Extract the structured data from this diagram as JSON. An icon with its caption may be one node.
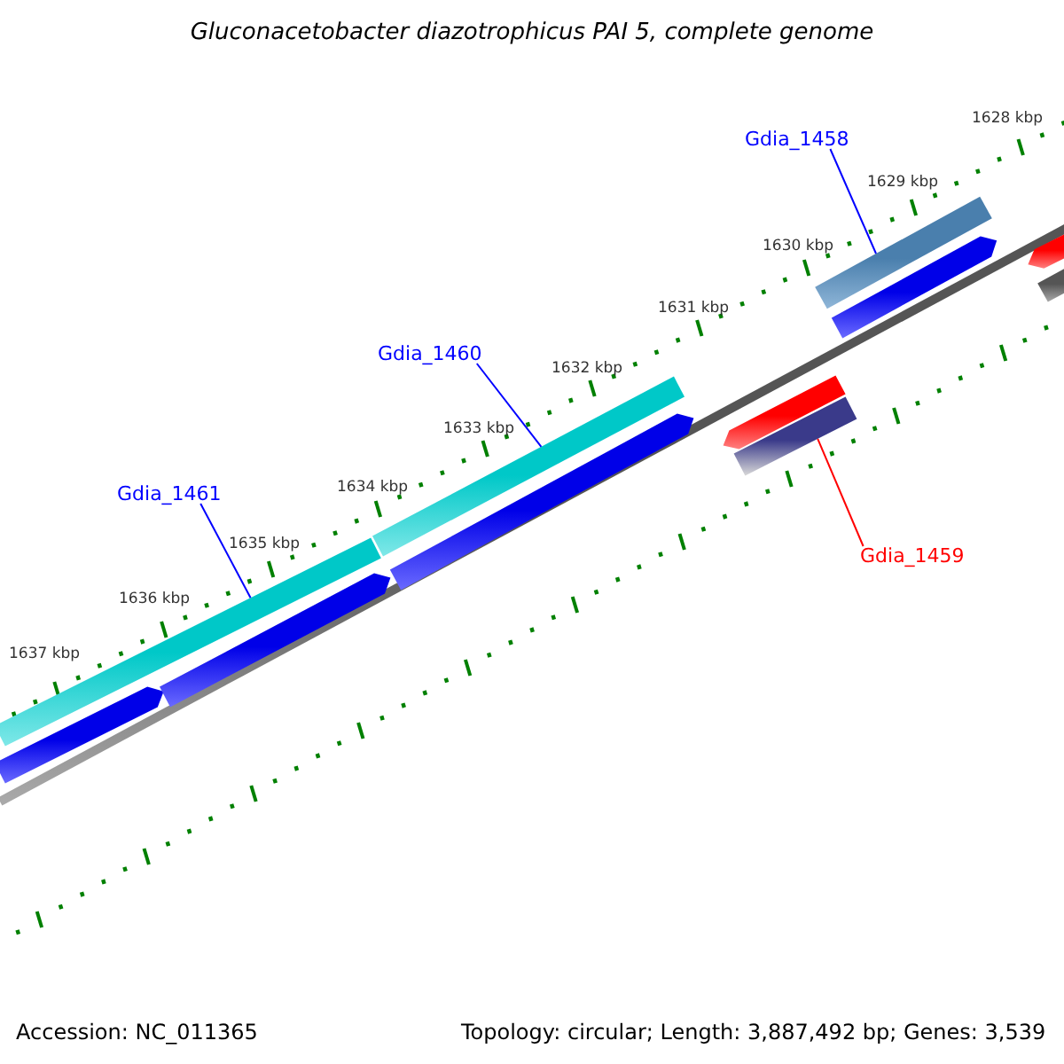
{
  "diagram": {
    "title": "Gluconacetobacter diazotrophicus PAI 5, complete genome",
    "nodes": [
      {
        "text": [
          "Gdia_1458"
        ]
      },
      {
        "text": [],
        "shape": "bar"
      },
      {
        "text": [
          "Gdia_1460"
        ]
      },
      {
        "text": [],
        "shape": "bar"
      },
      {
        "text": [
          "Gdia_1461"
        ]
      },
      {
        "text": [],
        "shape": "bar"
      },
      {
        "text": [
          "Gdia_1459"
        ]
      },
      {
        "text": [],
        "shape": "bar"
      }
    ],
    "edges": [
      {
        "from": 0,
        "to": 1,
        "arrow": "none"
      },
      {
        "from": 2,
        "to": 3,
        "arrow": "none"
      },
      {
        "from": 4,
        "to": 5,
        "arrow": "none"
      },
      {
        "from": 6,
        "to": 7,
        "arrow": "none",
        "color": "#ff0000"
      }
    ],
    "labels": [
      "1628 kbp",
      "1629 kbp",
      "1630 kbp",
      "1631 kbp",
      "1632 kbp",
      "1633 kbp",
      "1634 kbp",
      "1635 kbp",
      "1636 kbp",
      "1637 kbp",
      "Accession: NC_011365",
      "Topology: circular; Length: 3,887,492 bp; Genes: 3,539"
    ]
  }
}
